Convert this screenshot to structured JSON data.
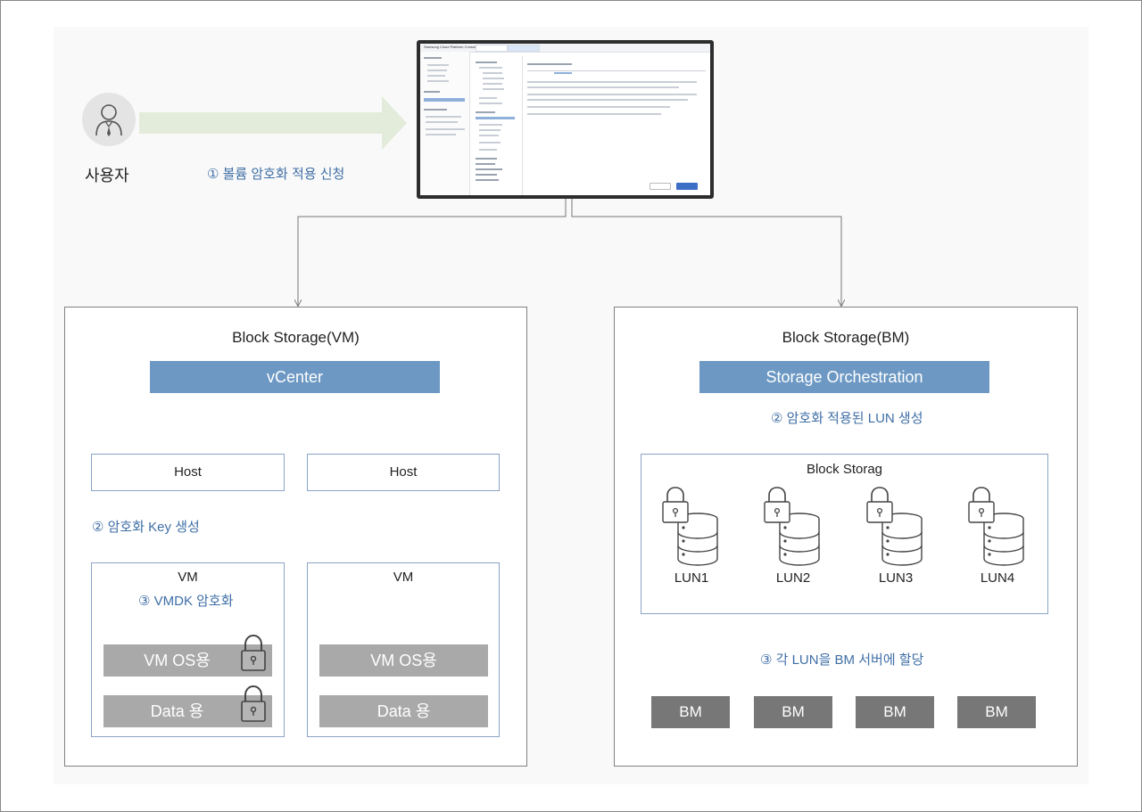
{
  "user": {
    "label": "사용자",
    "icon": "person-icon"
  },
  "step1": "① 볼륨 암호화 적용 신청",
  "monitor": {
    "console_title": "Samsung Cloud Platform Console"
  },
  "vm_panel": {
    "title": "Block Storage(VM)",
    "controller": "vCenter",
    "hosts": [
      "Host",
      "Host"
    ],
    "step2": "② 암호화 Key 생성",
    "vms": [
      {
        "label": "VM",
        "step": "③ VMDK 암호화",
        "disks": [
          "VM OS용",
          "Data 용"
        ],
        "locked": true
      },
      {
        "label": "VM",
        "disks": [
          "VM OS용",
          "Data 용"
        ],
        "locked": false
      }
    ]
  },
  "bm_panel": {
    "title": "Block Storage(BM)",
    "controller": "Storage Orchestration",
    "step2": "② 암호화 적용된 LUN 생성",
    "storage_label": "Block Storag",
    "luns": [
      "LUN1",
      "LUN2",
      "LUN3",
      "LUN4"
    ],
    "step3": "③ 각 LUN을 BM 서버에 할당",
    "bms": [
      "BM",
      "BM",
      "BM",
      "BM"
    ]
  },
  "colors": {
    "accent_blue": "#6c98c3",
    "step_text": "#3f6fa6",
    "arrow_green": "#e3ecda",
    "disk_gray": "#a9a9a9",
    "bm_gray": "#777777"
  }
}
